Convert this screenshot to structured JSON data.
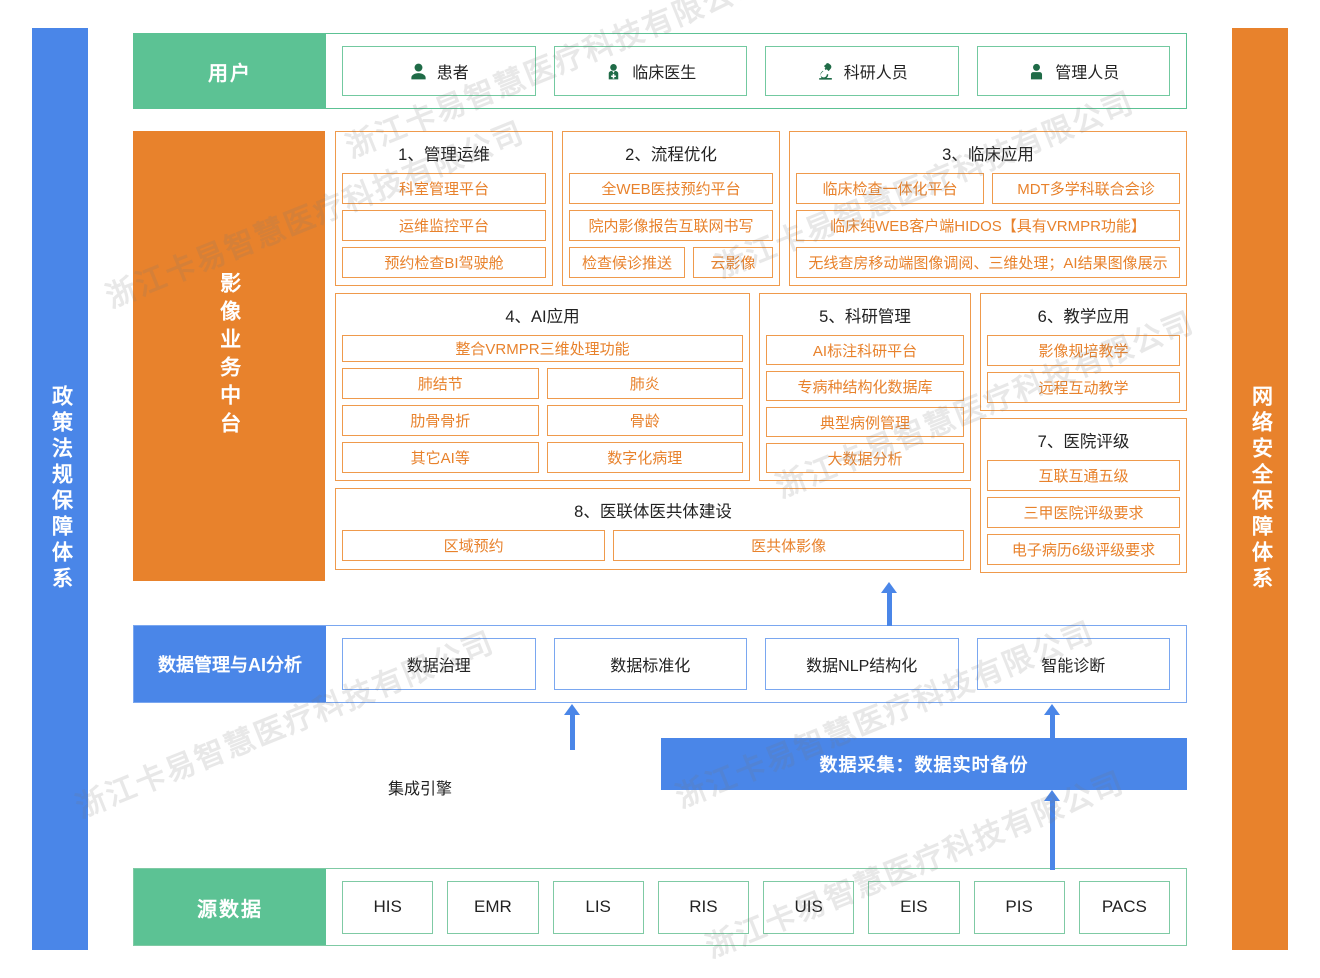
{
  "pillars": {
    "left": "政策法规保障体系",
    "right": "网络安全保障体系"
  },
  "users_row": {
    "label": "用户",
    "items": [
      {
        "icon": "user-icon",
        "label": "患者"
      },
      {
        "icon": "doctor-icon",
        "label": "临床医生"
      },
      {
        "icon": "microscope-icon",
        "label": "科研人员"
      },
      {
        "icon": "manager-icon",
        "label": "管理人员"
      }
    ]
  },
  "middle": {
    "label": "影像业务中台",
    "blocks": [
      {
        "title": "1、管理运维",
        "items": [
          "科室管理平台",
          "运维监控平台",
          "预约检查BI驾驶舱"
        ]
      },
      {
        "title": "2、流程优化",
        "items": [
          "全WEB医技预约平台",
          "院内影像报告互联网书写"
        ],
        "split_row": [
          "检查候诊推送",
          "云影像"
        ]
      },
      {
        "title": "3、临床应用",
        "split_row": [
          "临床检查一体化平台",
          "MDT多学科联合会诊"
        ],
        "items": [
          "临床纯WEB客户端HIDOS【具有VRMPR功能】",
          "无线查房移动端图像调阅、三维处理；AI结果图像展示"
        ]
      },
      {
        "title": "4、AI应用",
        "items": [
          "整合VRMPR三维处理功能"
        ],
        "pairs": [
          [
            "肺结节",
            "肺炎"
          ],
          [
            "肋骨骨折",
            "骨龄"
          ],
          [
            "其它AI等",
            "数字化病理"
          ]
        ]
      },
      {
        "title": "5、科研管理",
        "items": [
          "AI标注科研平台",
          "专病种结构化数据库",
          "典型病例管理",
          "大数据分析"
        ]
      },
      {
        "title": "6、教学应用",
        "items": [
          "影像规培教学",
          "远程互动教学"
        ]
      },
      {
        "title": "7、医院评级",
        "items": [
          "互联互通五级",
          "三甲医院评级要求",
          "电子病历6级评级要求"
        ]
      },
      {
        "title": "8、医联体医共体建设",
        "split_row": [
          "区域预约",
          "医共体影像"
        ]
      }
    ]
  },
  "data_management": {
    "label": "数据管理与AI分析",
    "items": [
      "数据治理",
      "数据标准化",
      "数据NLP结构化",
      "智能诊断"
    ]
  },
  "collection": {
    "engine_label": "集成引擎",
    "box_label": "数据采集：数据实时备份"
  },
  "source_data": {
    "label": "源数据",
    "items": [
      "HIS",
      "EMR",
      "LIS",
      "RIS",
      "UIS",
      "EIS",
      "PIS",
      "PACS"
    ]
  },
  "watermark": {
    "text": "浙江卡易智慧医疗科技有限公司"
  },
  "colors": {
    "green": "#5cc294",
    "orange": "#e8822c",
    "blue": "#4a86e8",
    "orange_border": "#ef9a4c",
    "blue_border": "#7aa7f0",
    "green_border": "#7fcaa4"
  }
}
